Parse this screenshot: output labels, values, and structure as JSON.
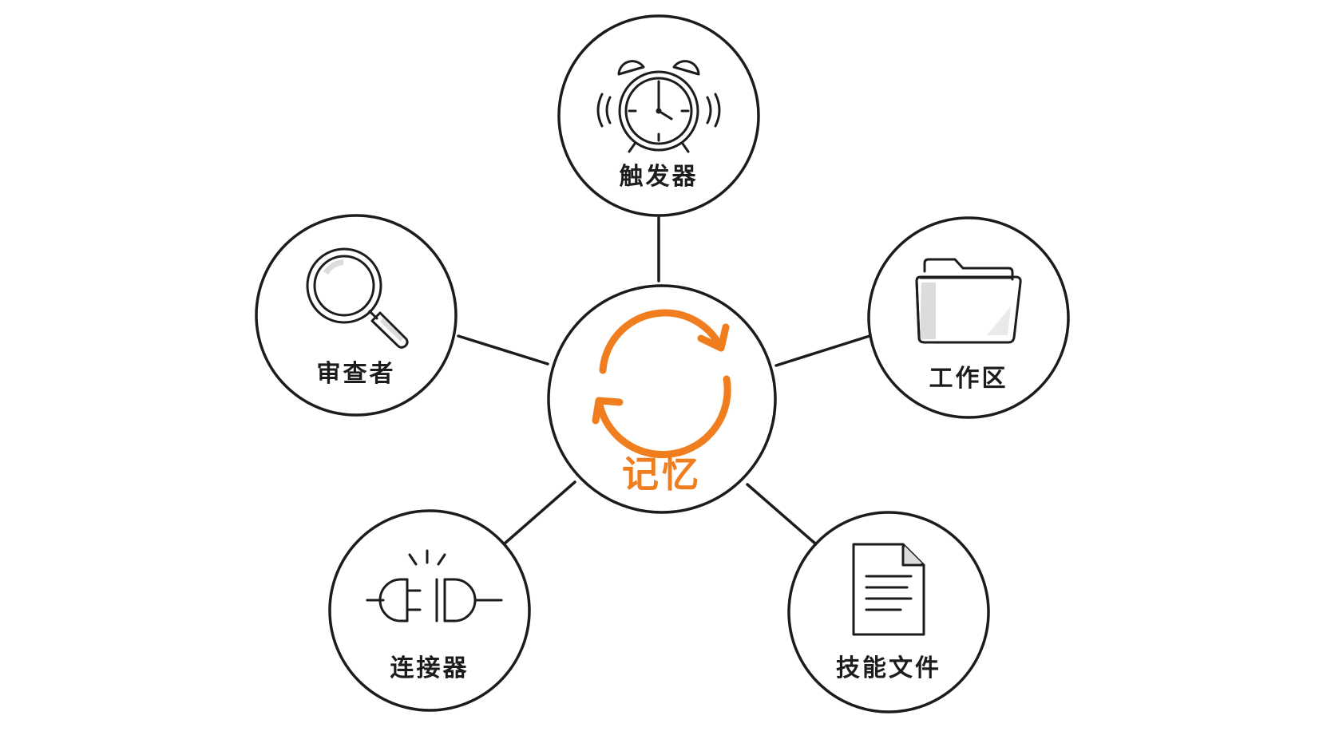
{
  "colors": {
    "ink": "#1c1c1c",
    "accent": "#f07d1e",
    "background": "#ffffff"
  },
  "center": {
    "label": "记忆",
    "icon": "cycle-arrows-icon"
  },
  "nodes": [
    {
      "id": "trigger",
      "label": "触发器",
      "icon": "alarm-clock-icon"
    },
    {
      "id": "workspace",
      "label": "工作区",
      "icon": "folder-icon"
    },
    {
      "id": "skill-files",
      "label": "技能文件",
      "icon": "document-icon"
    },
    {
      "id": "connector",
      "label": "连接器",
      "icon": "plug-icon"
    },
    {
      "id": "reviewer",
      "label": "审查者",
      "icon": "magnifier-icon"
    }
  ]
}
